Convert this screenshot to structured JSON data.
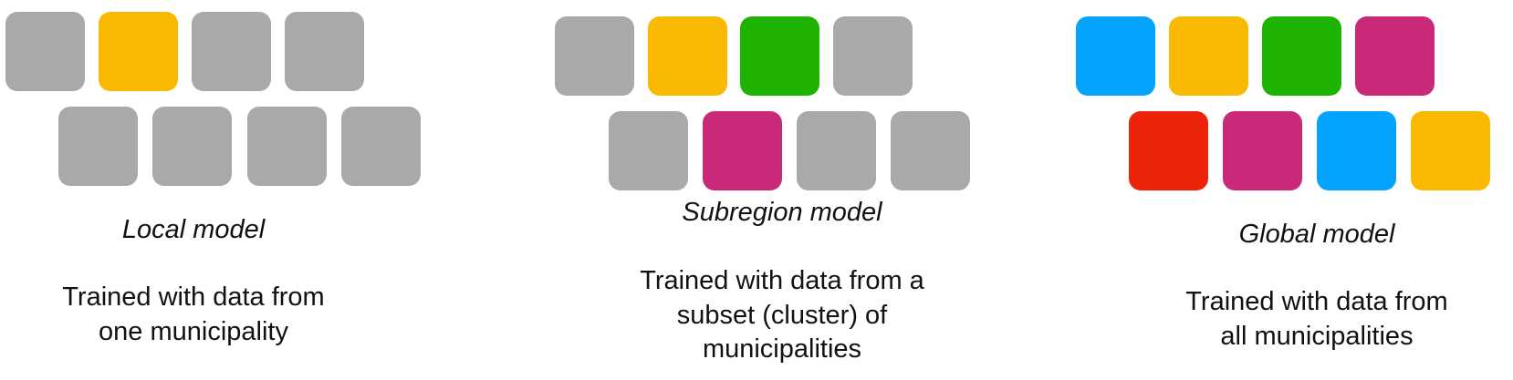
{
  "colors": {
    "gray": "#a9a9a9",
    "yellow": "#f8b900",
    "green": "#1db300",
    "magenta": "#ca2879",
    "blue": "#03a3fe",
    "red": "#ee230c"
  },
  "panels": [
    {
      "id": "local",
      "title": "Local model",
      "description_lines": [
        "Trained with data from",
        "one municipality"
      ],
      "tiles_row1": [
        "gray",
        "yellow",
        "gray",
        "gray"
      ],
      "tiles_row2": [
        "gray",
        "gray",
        "gray",
        "gray"
      ]
    },
    {
      "id": "subregion",
      "title": "Subregion model",
      "description_lines": [
        "Trained with data from a",
        "subset (cluster) of",
        "municipalities"
      ],
      "tiles_row1": [
        "gray",
        "yellow",
        "green",
        "gray"
      ],
      "tiles_row2": [
        "gray",
        "magenta",
        "gray",
        "gray"
      ]
    },
    {
      "id": "global",
      "title": "Global model",
      "description_lines": [
        "Trained with data from",
        "all municipalities"
      ],
      "tiles_row1": [
        "blue",
        "yellow",
        "green",
        "magenta"
      ],
      "tiles_row2": [
        "red",
        "magenta",
        "blue",
        "yellow"
      ]
    }
  ]
}
